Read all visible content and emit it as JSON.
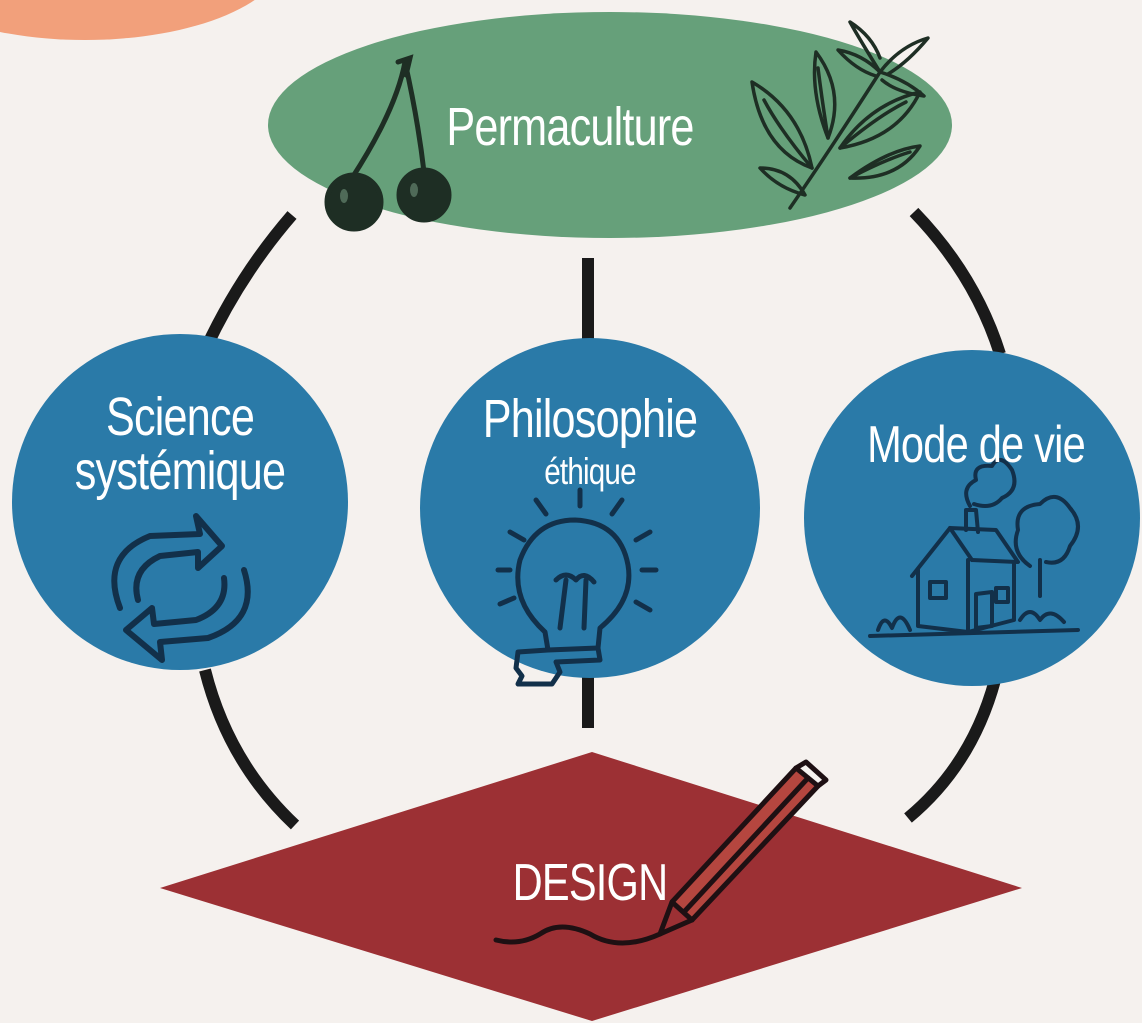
{
  "diagram": {
    "top_node": {
      "label": "Permaculture",
      "color": "#66a07a",
      "icons": [
        "cherries-icon",
        "leafy-branch-icon"
      ]
    },
    "pillars": [
      {
        "label_line1": "Science",
        "label_line2": "systémique",
        "color": "#2a7aa8",
        "icon": "cycle-arrows-icon"
      },
      {
        "label": "Philosophie",
        "sublabel": "éthique",
        "color": "#2a7aa8",
        "icon": "lightbulb-icon"
      },
      {
        "label": "Mode de vie",
        "color": "#2a7aa8",
        "icon": "house-icon"
      }
    ],
    "bottom_node": {
      "label": "DESIGN",
      "color": "#9c3034",
      "icon": "pencil-icon"
    },
    "connector_color": "#1a1a1a",
    "corner_blob_color": "#f2a07b"
  }
}
